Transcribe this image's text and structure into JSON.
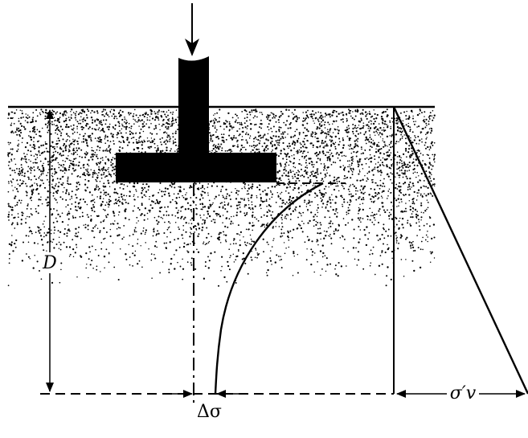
{
  "labels": {
    "depth": "D",
    "stress_increment": "Δσ",
    "effective_stress": "σ′v"
  },
  "colors": {
    "ink": "#000000",
    "background": "#ffffff"
  }
}
